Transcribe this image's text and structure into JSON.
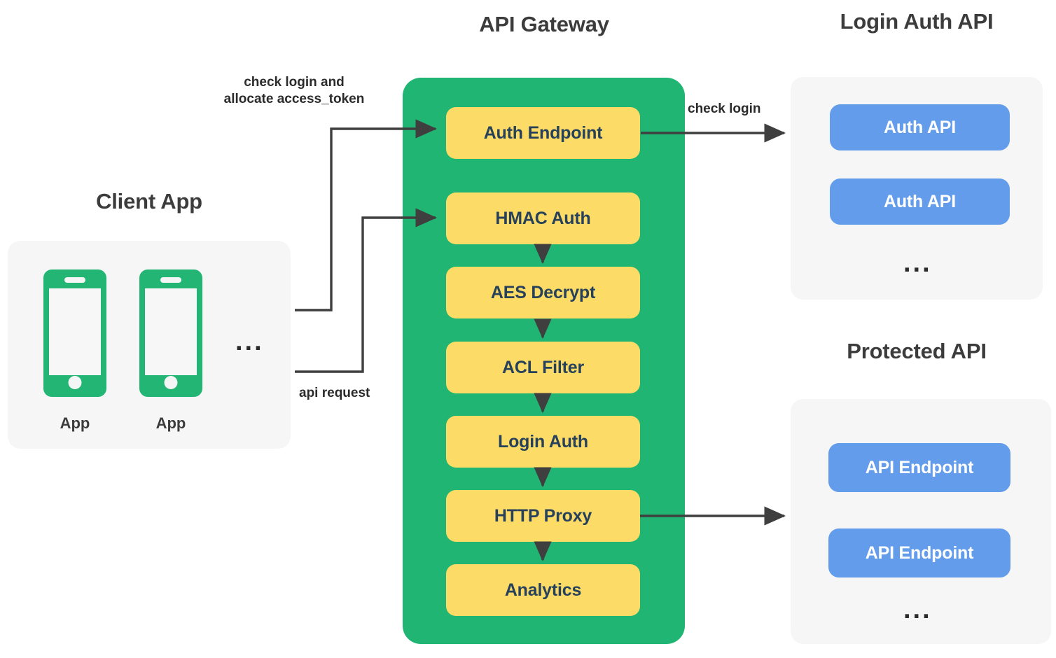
{
  "diagram": {
    "title_gateway": "API Gateway",
    "title_login_auth": "Login Auth API",
    "title_client": "Client App",
    "title_protected": "Protected API",
    "ellipsis": "...",
    "colors": {
      "gateway_green": "#21b573",
      "pipeline_yellow": "#fcdc66",
      "api_blue": "#629cea",
      "panel_gray": "#f6f6f6",
      "text_dark": "#3c3c3c",
      "box_text": "#27415a",
      "connector": "#3f3f3f"
    }
  },
  "client": {
    "phones": [
      {
        "label": "App"
      },
      {
        "label": "App"
      }
    ],
    "more": "..."
  },
  "gateway": {
    "pipeline": [
      {
        "label": "Auth Endpoint"
      },
      {
        "label": "HMAC Auth"
      },
      {
        "label": "AES Decrypt"
      },
      {
        "label": "ACL Filter"
      },
      {
        "label": "Login Auth"
      },
      {
        "label": "HTTP Proxy"
      },
      {
        "label": "Analytics"
      }
    ]
  },
  "login_auth_api": {
    "items": [
      {
        "label": "Auth API"
      },
      {
        "label": "Auth API"
      }
    ],
    "more": "..."
  },
  "protected_api": {
    "items": [
      {
        "label": "API Endpoint"
      },
      {
        "label": "API Endpoint"
      }
    ],
    "more": "..."
  },
  "edges": {
    "check_login_allocate_line1": "check login and",
    "check_login_allocate_line2": "allocate access_token",
    "api_request": "api request",
    "check_login": "check login"
  }
}
